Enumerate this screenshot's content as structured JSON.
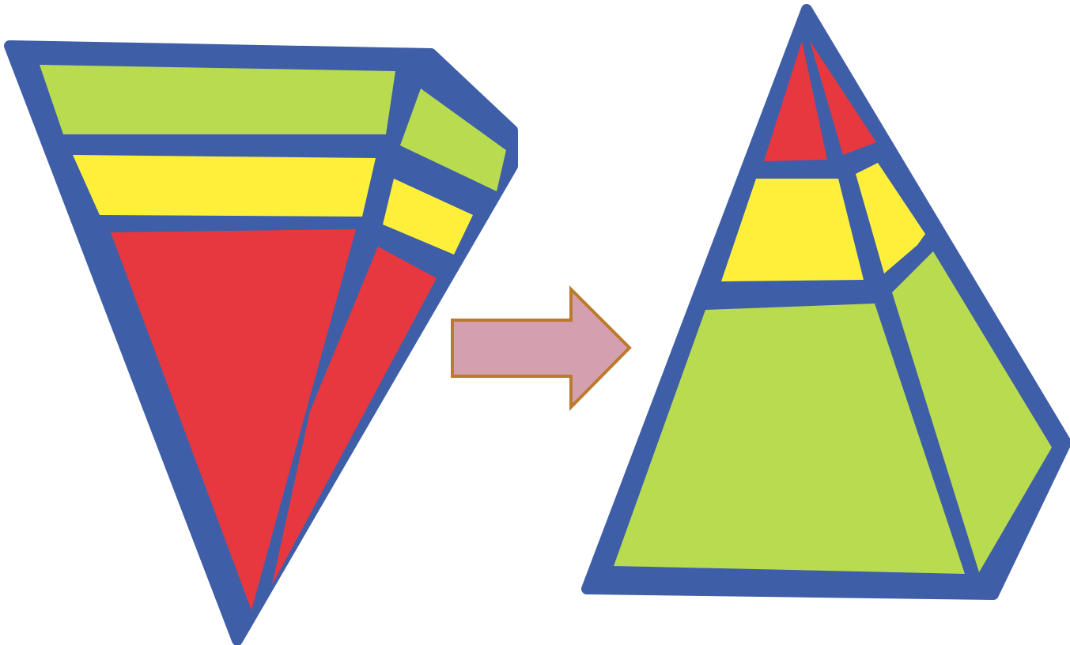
{
  "colors": {
    "outline": "#3f5ea8",
    "red": "#e8383f",
    "yellow": "#fef03a",
    "green": "#b9db50",
    "arrow_fill": "#d4a0b0",
    "arrow_stroke": "#bb7a2c",
    "background": "#ffffff"
  },
  "inverted_pyramid": {
    "layers_top_to_bottom": [
      "green",
      "yellow",
      "red"
    ]
  },
  "upright_pyramid": {
    "layers_top_to_bottom": [
      "red",
      "yellow",
      "green"
    ]
  },
  "arrow": {
    "direction": "right"
  }
}
